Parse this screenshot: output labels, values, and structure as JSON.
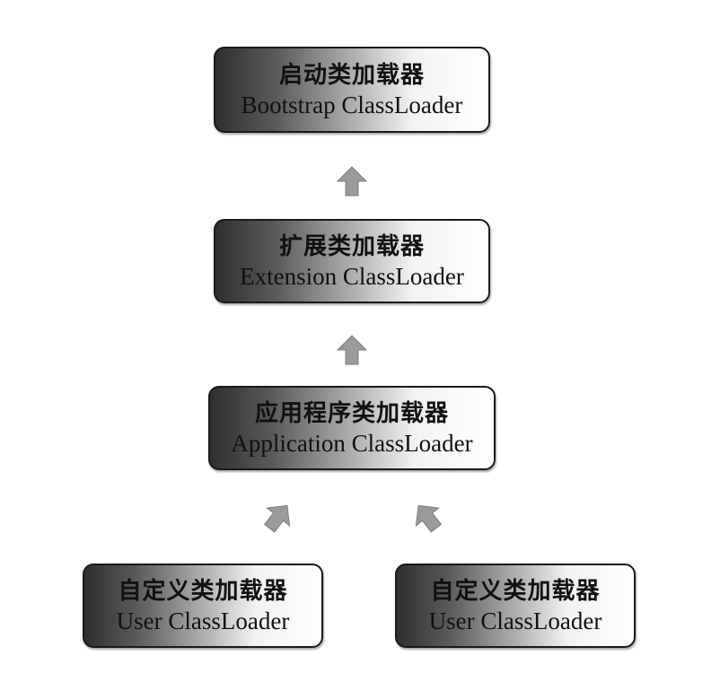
{
  "diagram": {
    "nodes": [
      {
        "id": "bootstrap",
        "label_zh": "启动类加载器",
        "label_en": "Bootstrap ClassLoader"
      },
      {
        "id": "extension",
        "label_zh": "扩展类加载器",
        "label_en": "Extension ClassLoader"
      },
      {
        "id": "application",
        "label_zh": "应用程序类加载器",
        "label_en": "Application ClassLoader"
      },
      {
        "id": "user_left",
        "label_zh": "自定义类加载器",
        "label_en": "User ClassLoader"
      },
      {
        "id": "user_right",
        "label_zh": "自定义类加载器",
        "label_en": "User ClassLoader"
      }
    ],
    "edges": [
      {
        "from": "extension",
        "to": "bootstrap"
      },
      {
        "from": "application",
        "to": "extension"
      },
      {
        "from": "user_left",
        "to": "application"
      },
      {
        "from": "user_right",
        "to": "application"
      }
    ],
    "colors": {
      "arrow": "#9a9a9a",
      "box_border": "#1a1a1a",
      "gradient_dark": "#2f2f2f",
      "gradient_light": "#ffffff"
    }
  }
}
